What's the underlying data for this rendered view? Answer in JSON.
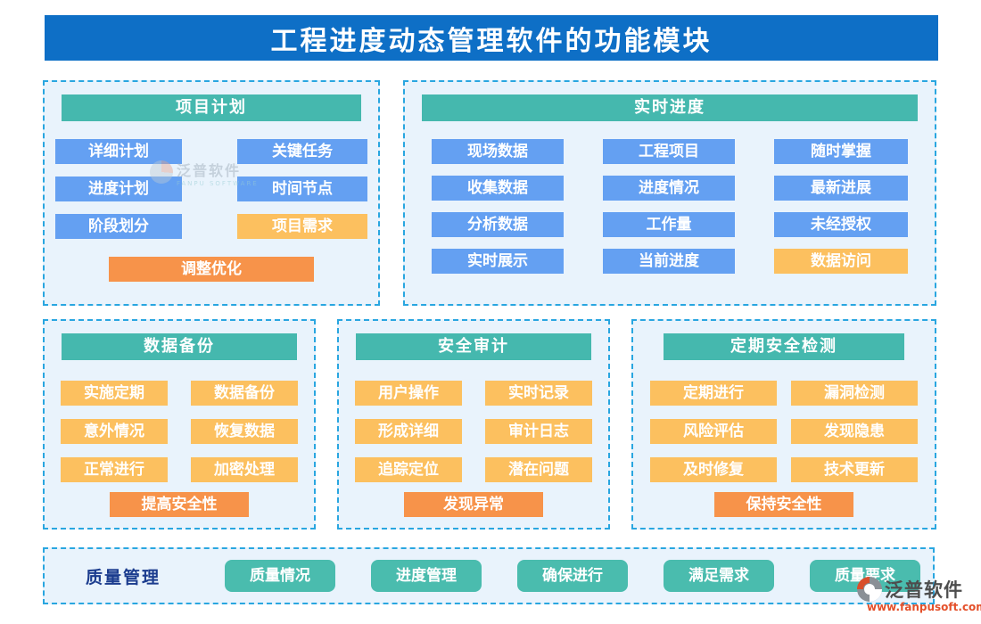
{
  "title": "工程进度动态管理软件的功能模块",
  "panels": [
    {
      "header": "项目计划",
      "items": [
        {
          "label": "详细计划",
          "variant": "blue"
        },
        {
          "label": "关键任务",
          "variant": "blue"
        },
        {
          "label": "进度计划",
          "variant": "blue"
        },
        {
          "label": "时间节点",
          "variant": "blue"
        },
        {
          "label": "阶段划分",
          "variant": "blue"
        },
        {
          "label": "项目需求",
          "variant": "light-orange"
        }
      ],
      "footer": {
        "label": "调整优化",
        "variant": "orange"
      }
    },
    {
      "header": "实时进度",
      "items": [
        {
          "label": "现场数据",
          "variant": "blue"
        },
        {
          "label": "工程项目",
          "variant": "blue"
        },
        {
          "label": "随时掌握",
          "variant": "blue"
        },
        {
          "label": "收集数据",
          "variant": "blue"
        },
        {
          "label": "进度情况",
          "variant": "blue"
        },
        {
          "label": "最新进展",
          "variant": "blue"
        },
        {
          "label": "分析数据",
          "variant": "blue"
        },
        {
          "label": "工作量",
          "variant": "blue"
        },
        {
          "label": "未经授权",
          "variant": "blue"
        },
        {
          "label": "实时展示",
          "variant": "blue"
        },
        {
          "label": "当前进度",
          "variant": "blue"
        },
        {
          "label": "数据访问",
          "variant": "light-orange"
        }
      ]
    },
    {
      "header": "数据备份",
      "items": [
        {
          "label": "实施定期",
          "variant": "light-orange"
        },
        {
          "label": "数据备份",
          "variant": "light-orange"
        },
        {
          "label": "意外情况",
          "variant": "light-orange"
        },
        {
          "label": "恢复数据",
          "variant": "light-orange"
        },
        {
          "label": "正常进行",
          "variant": "light-orange"
        },
        {
          "label": "加密处理",
          "variant": "light-orange"
        }
      ],
      "footer": {
        "label": "提高安全性",
        "variant": "orange"
      }
    },
    {
      "header": "安全审计",
      "items": [
        {
          "label": "用户操作",
          "variant": "light-orange"
        },
        {
          "label": "实时记录",
          "variant": "light-orange"
        },
        {
          "label": "形成详细",
          "variant": "light-orange"
        },
        {
          "label": "审计日志",
          "variant": "light-orange"
        },
        {
          "label": "追踪定位",
          "variant": "light-orange"
        },
        {
          "label": "潜在问题",
          "variant": "light-orange"
        }
      ],
      "footer": {
        "label": "发现异常",
        "variant": "orange"
      }
    },
    {
      "header": "定期安全检测",
      "items": [
        {
          "label": "定期进行",
          "variant": "light-orange"
        },
        {
          "label": "漏洞检测",
          "variant": "light-orange"
        },
        {
          "label": "风险评估",
          "variant": "light-orange"
        },
        {
          "label": "发现隐患",
          "variant": "light-orange"
        },
        {
          "label": "及时修复",
          "variant": "light-orange"
        },
        {
          "label": "技术更新",
          "variant": "light-orange"
        }
      ],
      "footer": {
        "label": "保持安全性",
        "variant": "orange"
      }
    }
  ],
  "bottom_bar": {
    "label": "质量管理",
    "buttons": [
      "质量情况",
      "进度管理",
      "确保进行",
      "满足需求",
      "质量要求"
    ]
  },
  "watermark": {
    "inline": {
      "brand": "泛普软件",
      "subtitle": "FANPU SOFTWARE"
    },
    "corner": {
      "brand": "泛普软件",
      "url": "www.fanpusoft.com"
    }
  },
  "colors": {
    "banner_bg": "#0e6fc6",
    "panel_bg": "#e9f3fc",
    "panel_border": "#29a6e0",
    "header_bg": "#45b8ae",
    "module_blue": "#64a0f2",
    "module_light_orange": "#fcc05f",
    "module_orange": "#f7934a",
    "bottom_button_bg": "#4abcae",
    "bottom_label_text": "#1b3c8e",
    "corner_url_color": "#e4502a"
  }
}
